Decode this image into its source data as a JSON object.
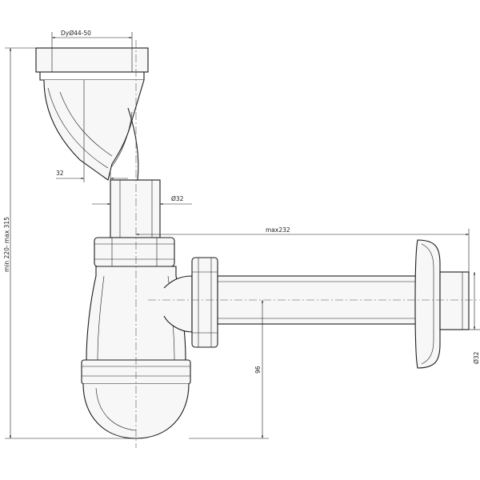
{
  "dimensions": {
    "inlet_diameter": "DyØ44-50",
    "offset": "32",
    "tube_diameter": "Ø32",
    "max_length": "max232",
    "total_height": "min 220- max 315",
    "outlet_height": "96",
    "outlet_diameter": "Ø32"
  }
}
